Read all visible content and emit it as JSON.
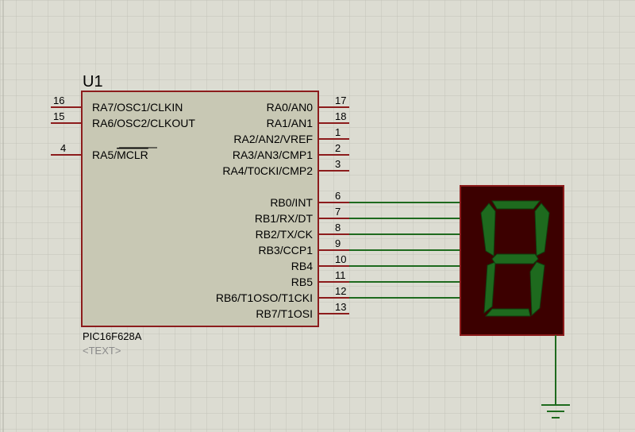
{
  "colors": {
    "background": "#dcdcd2",
    "grid": "#c3c3b9",
    "chip_body": "#c8c8b4",
    "chip_border": "#8c1c1c",
    "pin_line": "#8c1c1c",
    "wire": "#1e6a1e",
    "display_body": "#3c0000",
    "display_border": "#8c1c1c",
    "segment": "#1e6a1e",
    "ground": "#1e6a1e",
    "placeholder_text": "#8c8c8c"
  },
  "chip": {
    "ref": "U1",
    "part": "PIC16F628A",
    "text_placeholder": "<TEXT>",
    "left_pins": [
      {
        "num": "16",
        "name": "RA7/OSC1/CLKIN"
      },
      {
        "num": "15",
        "name": "RA6/OSC2/CLKOUT"
      },
      {
        "num": "4",
        "name_plain": "RA5/",
        "name_overbar": "MCLR"
      }
    ],
    "right_pins": [
      {
        "num": "17",
        "name": "RA0/AN0"
      },
      {
        "num": "18",
        "name": "RA1/AN1"
      },
      {
        "num": "1",
        "name": "RA2/AN2/VREF"
      },
      {
        "num": "2",
        "name": "RA3/AN3/CMP1"
      },
      {
        "num": "3",
        "name": "RA4/T0CKI/CMP2"
      },
      {
        "num": "6",
        "name": "RB0/INT"
      },
      {
        "num": "7",
        "name": "RB1/RX/DT"
      },
      {
        "num": "8",
        "name": "RB2/TX/CK"
      },
      {
        "num": "9",
        "name": "RB3/CCP1"
      },
      {
        "num": "10",
        "name": "RB4"
      },
      {
        "num": "11",
        "name": "RB5"
      },
      {
        "num": "12",
        "name": "RB6/T1OSO/T1CKI"
      },
      {
        "num": "13",
        "name": "RB7/T1OSI"
      }
    ]
  },
  "display": {
    "digit": "8"
  }
}
